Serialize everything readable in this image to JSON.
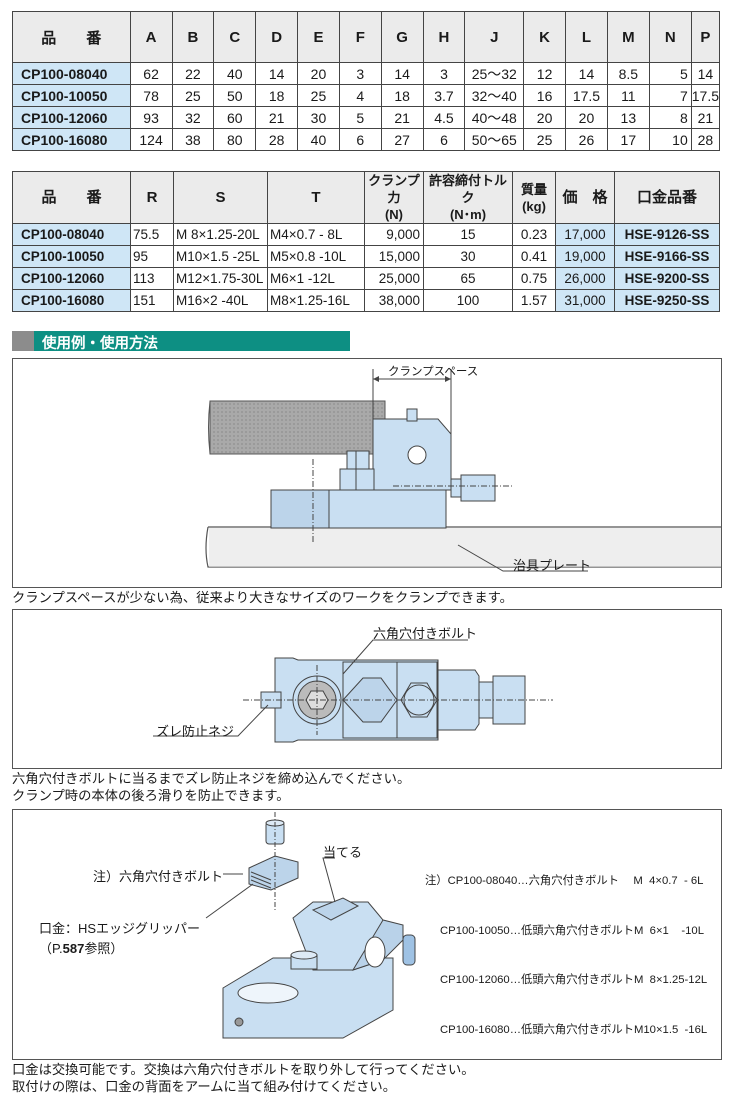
{
  "table1": {
    "headers": [
      "品　　番",
      "A",
      "B",
      "C",
      "D",
      "E",
      "F",
      "G",
      "H",
      "J",
      "K",
      "L",
      "M",
      "N",
      "P"
    ],
    "rows": [
      [
        "CP100-08040",
        "62",
        "22",
        "40",
        "14",
        "20",
        "3",
        "14",
        "3",
        "25～32",
        "12",
        "14",
        "8.5",
        "5",
        "14"
      ],
      [
        "CP100-10050",
        "78",
        "25",
        "50",
        "18",
        "25",
        "4",
        "18",
        "3.7",
        "32～40",
        "16",
        "17.5",
        "11",
        "7",
        "17.5"
      ],
      [
        "CP100-12060",
        "93",
        "32",
        "60",
        "21",
        "30",
        "5",
        "21",
        "4.5",
        "40～48",
        "20",
        "20",
        "13",
        "8",
        "21"
      ],
      [
        "CP100-16080",
        "124",
        "38",
        "80",
        "28",
        "40",
        "6",
        "27",
        "6",
        "50～65",
        "25",
        "26",
        "17",
        "10",
        "28"
      ]
    ]
  },
  "table2": {
    "headers": {
      "pn": "品　　番",
      "r": "R",
      "s": "S",
      "t": "T",
      "force1": "クランプ力",
      "force2": "(N)",
      "torque1": "許容締付トルク",
      "torque2": "(N･m)",
      "mass1": "質量",
      "mass2": "(kg)",
      "price": "価　格",
      "jaw": "口金品番"
    },
    "rows": [
      [
        "CP100-08040",
        "75.5",
        "M 8×1.25-20L",
        "M4×0.7 - 8L",
        "9,000",
        "15",
        "0.23",
        "17,000",
        "HSE-9126-SS"
      ],
      [
        "CP100-10050",
        "95",
        "M10×1.5 -25L",
        "M5×0.8 -10L",
        "15,000",
        "30",
        "0.41",
        "19,000",
        "HSE-9166-SS"
      ],
      [
        "CP100-12060",
        "113",
        "M12×1.75-30L",
        "M6×1 -12L",
        "25,000",
        "65",
        "0.75",
        "26,000",
        "HSE-9200-SS"
      ],
      [
        "CP100-16080",
        "151",
        "M16×2 -40L",
        "M8×1.25-16L",
        "38,000",
        "100",
        "1.57",
        "31,000",
        "HSE-9250-SS"
      ]
    ]
  },
  "section_title": "使用例・使用方法",
  "fig1": {
    "label_space": "クランプスペース",
    "label_plate": "治具プレート"
  },
  "caption1": "クランプスペースが少ない為、従来より大きなサイズのワークをクランプできます。",
  "fig2": {
    "label_bolt": "六角穴付きボルト",
    "label_screw": "ズレ防止ネジ"
  },
  "caption2": [
    "六角穴付きボルトに当るまでズレ防止ネジを締め込んでください。",
    "クランプ時の本体の後ろ滑りを防止できます。"
  ],
  "fig3": {
    "label_bolt": "注）六角穴付きボルト",
    "label_contact": "当てる",
    "label_jaw": "口金：HSエッジグリッパー",
    "label_ref_pre": "（P.",
    "label_ref_num": "587",
    "label_ref_post": "参照）",
    "notes": [
      "注）CP100-08040…六角穴付きボルト　 M  4×0.7  - 6L",
      "CP100-10050…低頭六角穴付きボルトM  6×1    -10L",
      "CP100-12060…低頭六角穴付きボルトM  8×1.25-12L",
      "CP100-16080…低頭六角穴付きボルトM10×1.5  -16L"
    ]
  },
  "caption3": [
    "口金は交換可能です。交換は六角穴付きボルトを取り外して行ってください。",
    "取付けの際は、口金の背面をアームに当て組み付けてください。"
  ],
  "colors": {
    "accent": "#0d8f83",
    "highlight": "#cfe6f6",
    "part": "#c9dff2"
  }
}
